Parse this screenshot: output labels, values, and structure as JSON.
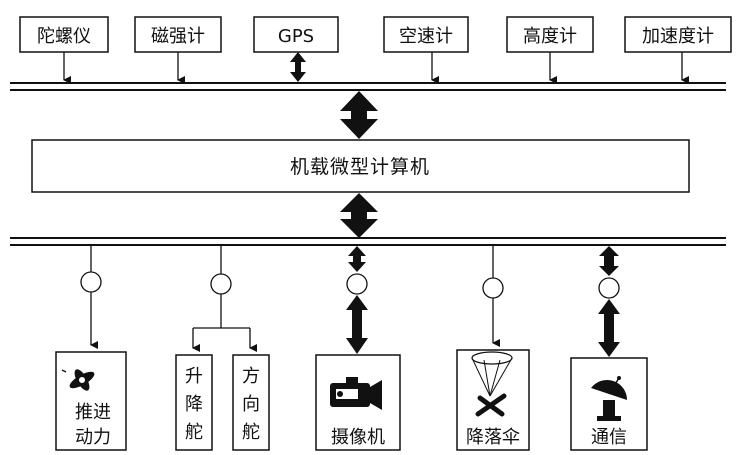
{
  "sensors": [
    "陀螺仪",
    "磁强计",
    "GPS",
    "空速计",
    "高度计",
    "加速度计"
  ],
  "computer": {
    "label": "机载微型计算机"
  },
  "actuators": {
    "thrust": [
      "推进",
      "动力"
    ],
    "elevator": [
      "升",
      "降",
      "舵"
    ],
    "rudder": [
      "方",
      "向",
      "舵"
    ],
    "camera": "摄像机",
    "parachute": "降落伞",
    "comm": "通信"
  },
  "icons": {
    "thrust": "propeller-icon",
    "camera": "video-camera-icon",
    "parachute": "parachute-icon",
    "comm": "satellite-dish-icon"
  },
  "colors": {
    "ink": "#111111",
    "background": "#ffffff"
  }
}
